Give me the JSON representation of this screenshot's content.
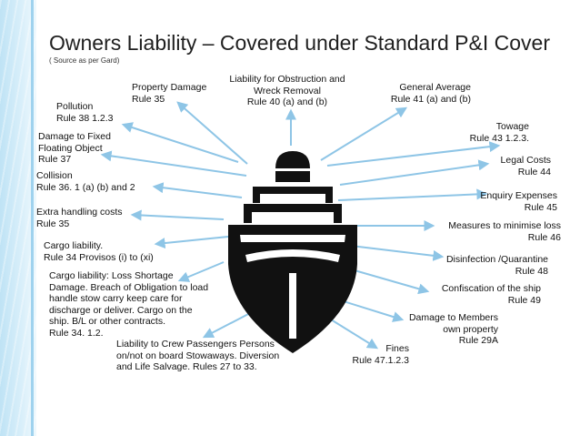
{
  "slide": {
    "title": "Owners Liability – Covered under Standard P&I Cover",
    "subtitle": "( Source as per Gard)"
  },
  "colors": {
    "arrow": "#8ec5e6",
    "ship": "#111111",
    "band": "#bfe3f5"
  },
  "icons": {
    "center": "ship-icon"
  },
  "labels": {
    "property_damage": "Property Damage\nRule 35",
    "obstruction": "Liability for Obstruction and\nWreck Removal\nRule 40 (a) and (b)",
    "general_average": "General Average\nRule 41 (a) and (b)",
    "pollution": "Pollution\nRule 38 1.2.3",
    "towage": "Towage\nRule 43 1.2.3.",
    "fixed_object": "Damage to Fixed\nFloating Object\nRule 37",
    "legal_costs": "Legal Costs\nRule 44",
    "collision": "Collision\nRule 36. 1 (a) (b) and 2",
    "enquiry": "Enquiry Expenses\nRule 45",
    "extra_handling": "Extra handling costs\nRule 35",
    "minimise_loss": "Measures to minimise loss\nRule 46",
    "cargo_liability": "Cargo liability.\nRule 34 Provisos (i) to (xi)",
    "disinfection": "Disinfection /Quarantine\nRule 48",
    "cargo_shortage": "Cargo liability: Loss Shortage\nDamage. Breach of Obligation to load\nhandle stow carry keep care for\ndischarge or deliver.  Cargo on the\nship. B/L or other contracts.\nRule 34. 1.2.",
    "confiscation": "Confiscation of the ship\nRule 49",
    "damage_members": "Damage to Members\nown property\nRule 29A",
    "crew": "Liability to Crew Passengers Persons\non/not on board Stowaways. Diversion\nand Life Salvage. Rules 27 to 33.",
    "fines": "Fines\nRule 47.1.2.3"
  }
}
